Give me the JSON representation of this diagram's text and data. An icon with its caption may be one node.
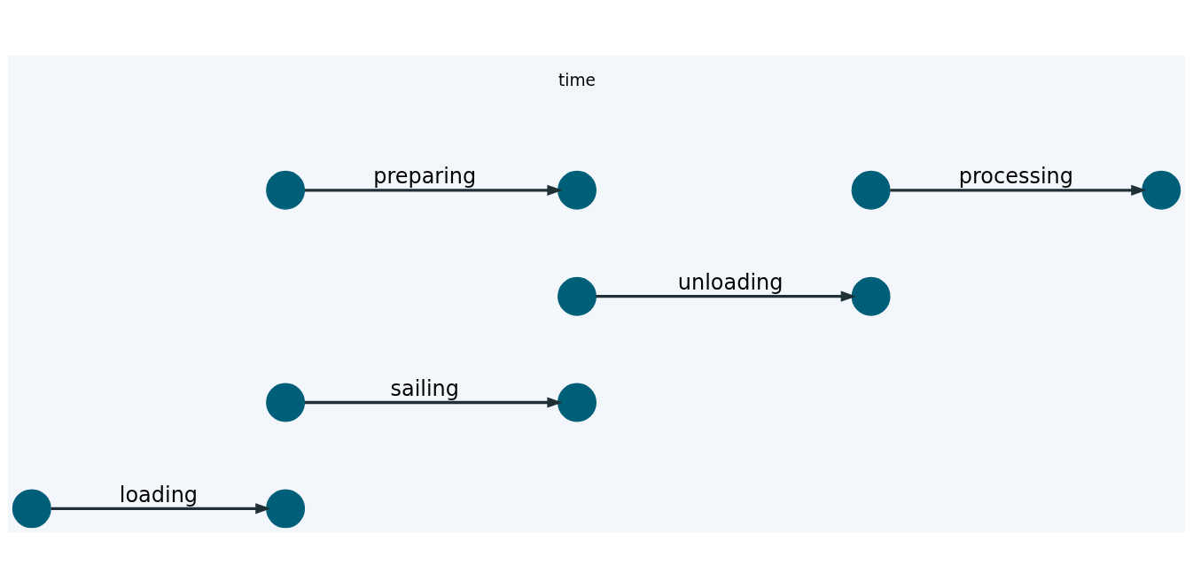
{
  "diagram": {
    "nodes": [
      {
        "text": [],
        "shape": "circle"
      },
      {
        "text": [],
        "shape": "circle"
      },
      {
        "text": [],
        "shape": "circle"
      },
      {
        "text": [],
        "shape": "circle"
      },
      {
        "text": [],
        "shape": "circle"
      },
      {
        "text": [],
        "shape": "circle"
      },
      {
        "text": [],
        "shape": "circle"
      },
      {
        "text": [],
        "shape": "circle"
      },
      {
        "text": [],
        "shape": "circle"
      },
      {
        "text": [],
        "shape": "circle"
      }
    ],
    "edges": [
      {
        "from": 0,
        "to": 1,
        "arrow": "to",
        "label": "loading"
      },
      {
        "from": 2,
        "to": 3,
        "arrow": "to",
        "label": "sailing"
      },
      {
        "from": 4,
        "to": 5,
        "arrow": "to",
        "label": "unloading"
      },
      {
        "from": 6,
        "to": 7,
        "arrow": "to",
        "label": "preparing"
      },
      {
        "from": 8,
        "to": 9,
        "arrow": "to",
        "label": "processing"
      }
    ],
    "labels": [
      "time"
    ]
  }
}
